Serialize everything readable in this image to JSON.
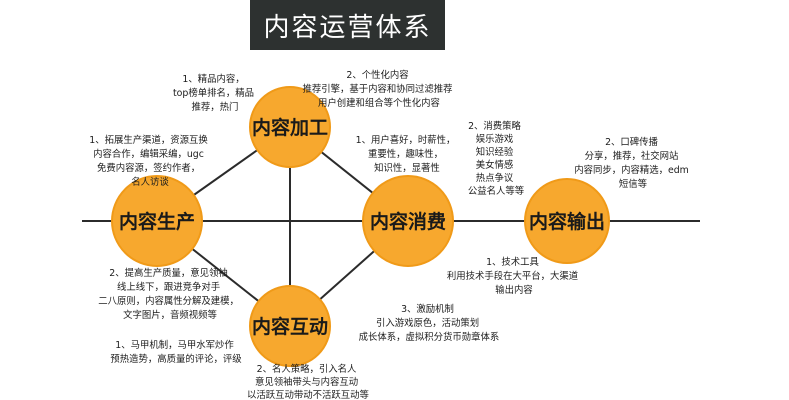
{
  "title": "内容运营体系",
  "colors": {
    "node_fill": "#f7a82e",
    "node_edge": "#f09a18",
    "line": "#2b2b2b",
    "title_bg": "#2d3130"
  },
  "nodes": {
    "process": "内容加工",
    "produce": "内容生产",
    "consume": "内容消费",
    "output": "内容输出",
    "interact": "内容互动"
  },
  "notes": {
    "process_left": [
      "1、精品内容，",
      "top榜单排名，精品",
      "推荐，热门"
    ],
    "process_right": [
      "2、个性化内容",
      "推荐引擎，基于内容和协同过滤推荐",
      "用户创建和组合等个性化内容"
    ],
    "produce_top": [
      "1、拓展生产渠道，资源互换",
      "内容合作，编辑采编，ugc",
      "免费内容源，签约作者，",
      "名人访谈"
    ],
    "produce_bottom": [
      "2、提高生产质量，意见领袖",
      "线上线下，跟进竞争对手",
      "二八原则，内容属性分解及建模，",
      "文字图片，音频视频等"
    ],
    "consume_left": [
      "1、用户喜好，时薪性，",
      "重要性，趣味性，",
      "知识性，显著性"
    ],
    "consume_right": [
      "2、消费策略",
      "娱乐游戏",
      "知识经验",
      "美女情感",
      "热点争议",
      "公益名人等等"
    ],
    "consume_bottom": [
      "1、技术工具",
      "利用技术手段在大平台，大渠道",
      "输出内容"
    ],
    "output_top": [
      "2、口碑传播",
      "分享，推荐，社交网站",
      "内容同步，内容精选，edm",
      "短信等"
    ],
    "interact_right": [
      "3、激励机制",
      "引入游戏原色，活动策划",
      "成长体系，虚拟积分货币勋章体系"
    ],
    "interact_left": [
      "1、马甲机制，马甲水军炒作",
      "预热造势，高质量的评论，评级"
    ],
    "interact_bottom": [
      "2、名人策略，引入名人",
      "意见领袖带头与内容互动",
      "以活跃互动带动不活跃互动等"
    ]
  }
}
